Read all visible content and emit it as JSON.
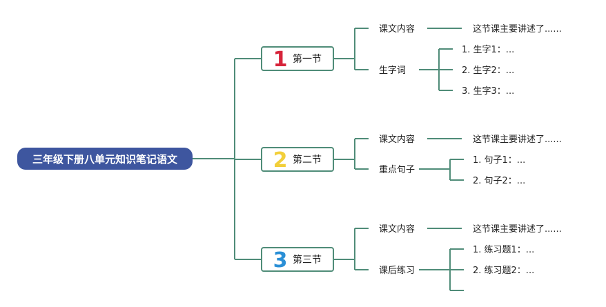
{
  "root": {
    "label": "三年级下册八单元知识笔记语文",
    "color": "#3e569f"
  },
  "sections": [
    {
      "number": "1",
      "number_color": "#d6243a",
      "label": "第一节",
      "branches": [
        {
          "label": "课文内容",
          "leaves": [
            "这节课主要讲述了......"
          ]
        },
        {
          "label": "生字词",
          "leaves": [
            "1. 生字1：...",
            "2. 生字2：...",
            "3. 生字3：..."
          ]
        }
      ]
    },
    {
      "number": "2",
      "number_color": "#f2cf3a",
      "label": "第二节",
      "branches": [
        {
          "label": "课文内容",
          "leaves": [
            "这节课主要讲述了......"
          ]
        },
        {
          "label": "重点句子",
          "leaves": [
            "1. 句子1：...",
            "2. 句子2：..."
          ]
        }
      ]
    },
    {
      "number": "3",
      "number_color": "#2a8fd6",
      "label": "第三节",
      "branches": [
        {
          "label": "课文内容",
          "leaves": [
            "这节课主要讲述了......"
          ]
        },
        {
          "label": "课后练习",
          "leaves": [
            "1. 练习题1：...",
            "2. 练习题2：...",
            ""
          ]
        }
      ]
    }
  ],
  "line_color": "#4f8c78"
}
